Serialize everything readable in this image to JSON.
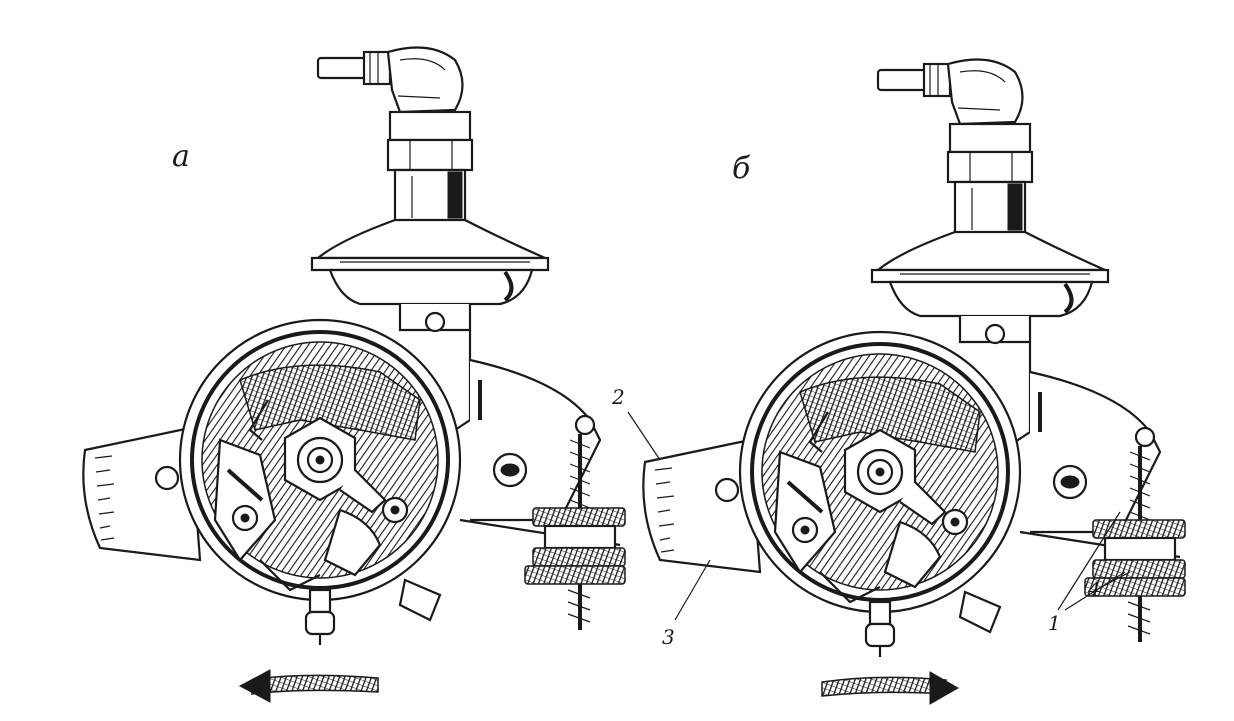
{
  "panels": [
    {
      "label": "а",
      "callouts": []
    },
    {
      "label": "б",
      "callouts": [
        "2",
        "3",
        "1",
        "4"
      ]
    }
  ]
}
